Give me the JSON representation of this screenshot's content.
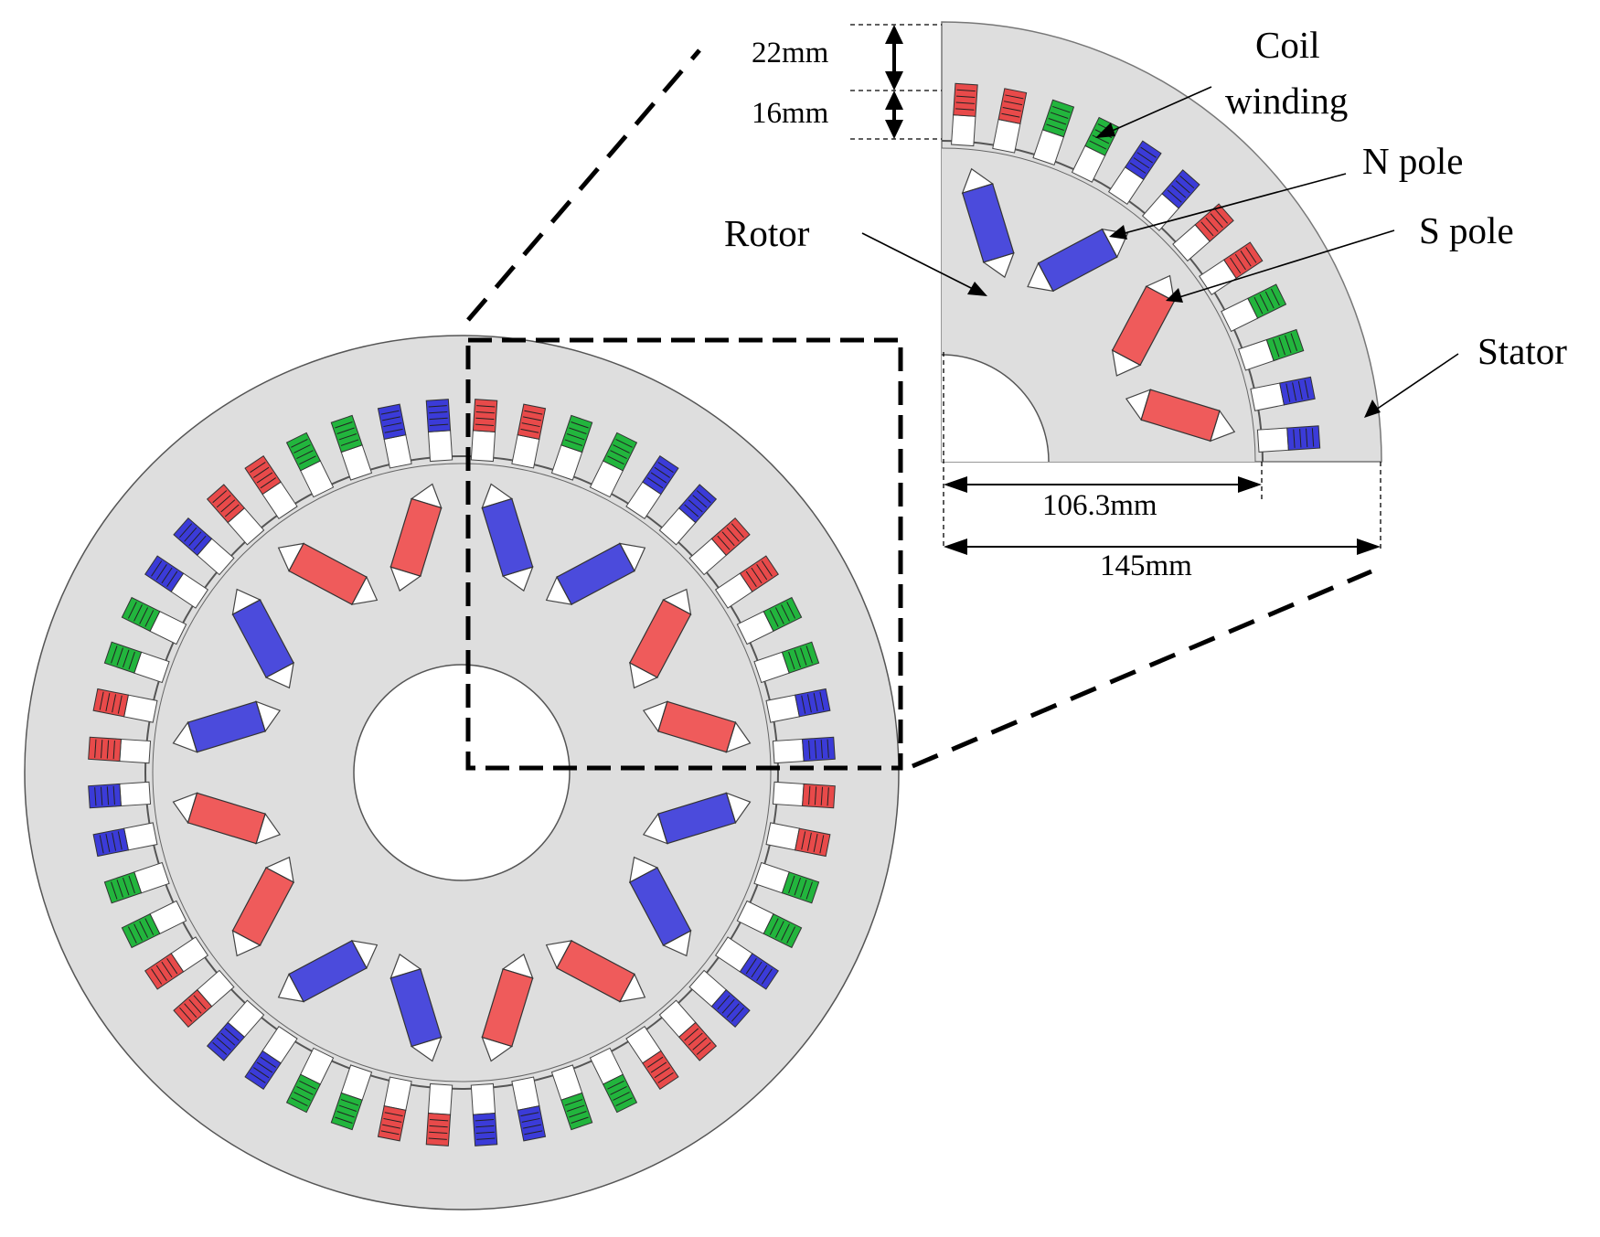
{
  "labels": {
    "dim_22": "22mm",
    "dim_16": "16mm",
    "coil_line1": "Coil",
    "coil_line2": "winding",
    "n_pole": "N pole",
    "s_pole": "S pole",
    "rotor": "Rotor",
    "stator": "Stator",
    "dim_106": "106.3mm",
    "dim_145": "145mm"
  },
  "colors": {
    "iron": "#dedede",
    "outline": "#555555",
    "coil_a": "#e84a4a",
    "coil_b": "#22b53d",
    "coil_c": "#3b3bd8",
    "n_pole": "#ef5b5b",
    "s_pole": "#4b4bdc"
  },
  "machine": {
    "stator_slots": 48,
    "rotor_poles": 8,
    "slot_phase_sequence": [
      "A",
      "A",
      "B",
      "B",
      "C",
      "C"
    ],
    "pole_sequence": [
      "S",
      "N"
    ]
  }
}
